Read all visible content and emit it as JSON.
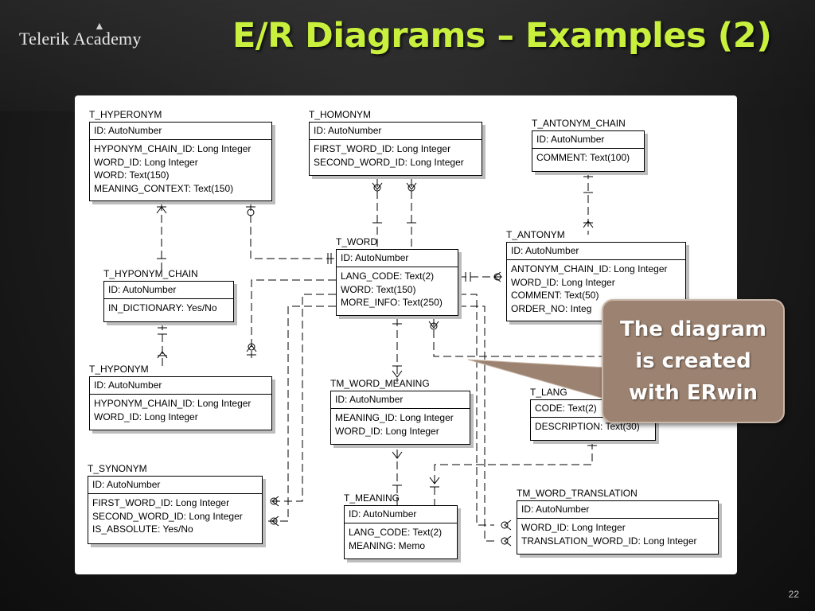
{
  "header": {
    "logo_text": "Telerik Academy",
    "title": "E/R Diagrams – Examples (2)"
  },
  "diagram": {
    "entities": {
      "t_hyperonym": {
        "name": "T_HYPERONYM",
        "pk": "ID: AutoNumber",
        "attrs": [
          "HYPONYM_CHAIN_ID: Long Integer",
          "WORD_ID: Long Integer",
          "WORD: Text(150)",
          "MEANING_CONTEXT: Text(150)"
        ]
      },
      "t_homonym": {
        "name": "T_HOMONYM",
        "pk": "ID: AutoNumber",
        "attrs": [
          "FIRST_WORD_ID: Long Integer",
          "SECOND_WORD_ID: Long Integer"
        ]
      },
      "t_antonym_chain": {
        "name": "T_ANTONYM_CHAIN",
        "pk": "ID: AutoNumber",
        "attrs": [
          "COMMENT: Text(100)"
        ]
      },
      "t_word": {
        "name": "T_WORD",
        "pk": "ID: AutoNumber",
        "attrs": [
          "LANG_CODE: Text(2)",
          "WORD: Text(150)",
          "MORE_INFO: Text(250)"
        ]
      },
      "t_antonym": {
        "name": "T_ANTONYM",
        "pk": "ID: AutoNumber",
        "attrs": [
          "ANTONYM_CHAIN_ID: Long Integer",
          "WORD_ID: Long Integer",
          "COMMENT: Text(50)",
          "ORDER_NO: Integ"
        ]
      },
      "t_hyponym_chain": {
        "name": "T_HYPONYM_CHAIN",
        "pk": "ID: AutoNumber",
        "attrs": [
          "IN_DICTIONARY: Yes/No"
        ]
      },
      "t_hyponym": {
        "name": "T_HYPONYM",
        "pk": "ID: AutoNumber",
        "attrs": [
          "HYPONYM_CHAIN_ID: Long Integer",
          "WORD_ID: Long Integer"
        ]
      },
      "tm_word_meaning": {
        "name": "TM_WORD_MEANING",
        "pk": "ID: AutoNumber",
        "attrs": [
          "MEANING_ID: Long Integer",
          "WORD_ID: Long Integer"
        ]
      },
      "t_lang": {
        "name": "T_LANG",
        "pk": "CODE: Text(2)",
        "attrs": [
          "DESCRIPTION: Text(30)"
        ]
      },
      "t_synonym": {
        "name": "T_SYNONYM",
        "pk": "ID: AutoNumber",
        "attrs": [
          "FIRST_WORD_ID: Long Integer",
          "SECOND_WORD_ID: Long Integer",
          "IS_ABSOLUTE: Yes/No"
        ]
      },
      "t_meaning": {
        "name": "T_MEANING",
        "pk": "ID: AutoNumber",
        "attrs": [
          "LANG_CODE: Text(2)",
          "MEANING: Memo"
        ]
      },
      "tm_word_translation": {
        "name": "TM_WORD_TRANSLATION",
        "pk": "ID: AutoNumber",
        "attrs": [
          "WORD_ID: Long Integer",
          "TRANSLATION_WORD_ID: Long Integer"
        ]
      }
    }
  },
  "callout": {
    "line1": "The diagram",
    "line2": "is created",
    "line3": "with ERwin"
  },
  "footer": {
    "page_number": "22"
  }
}
